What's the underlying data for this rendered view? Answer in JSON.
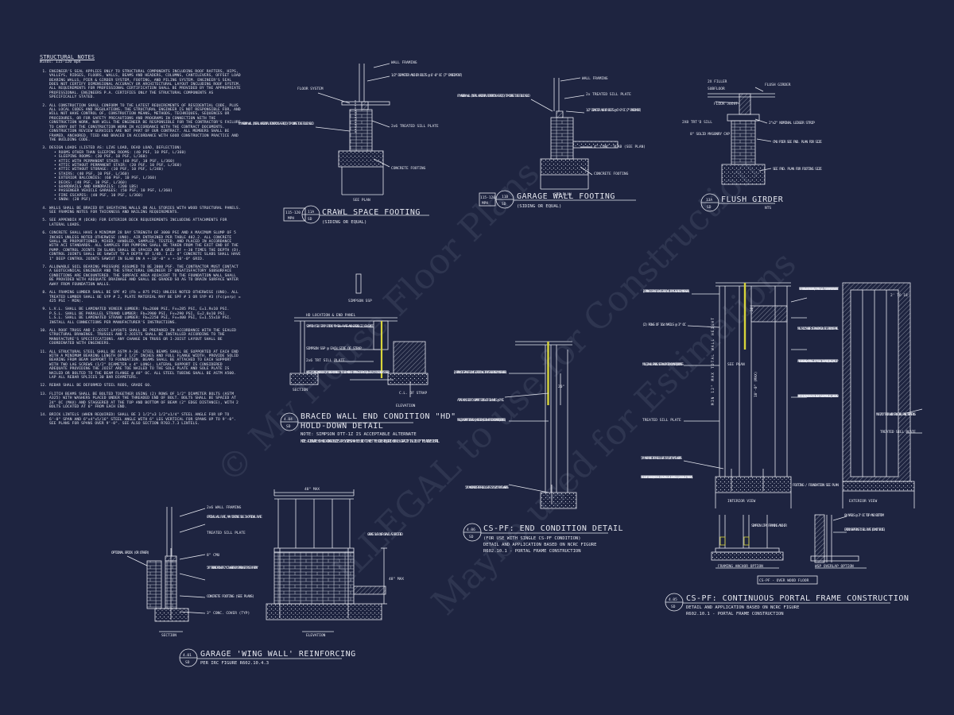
{
  "notes": {
    "title": "STRUCTURAL NOTES",
    "subtitle": "Winds: 115-120 mph",
    "items": [
      "ENGINEER'S SEAL APPLIES ONLY TO STRUCTURAL COMPONENTS INCLUDING ROOF RAFTERS, HIPS, VALLEYS, RIDGES, FLOORS, WALLS, BEAMS AND HEADERS, COLUMNS, CANTILEVERS, OFFSET LOAD BEARING WALLS, PIER & GIRDER SYSTEM, FOOTING, AND PILING SYSTEM. ENGINEER'S SEAL DOES NOT CERTIFY DIMENSIONAL ACCURACY OR ARCHITECTURAL LAYOUT INCLUDING ROOF SYSTEM. ALL REQUIREMENTS FOR PROFESSIONAL CERTIFICATION SHALL BE PROVIDED BY THE APPROPRIATE PROFESSIONAL. ENGINEERS P.A. CERTIFIES ONLY THE STRUCTURAL COMPONENTS AS SPECIFICALLY STATED.",
      "ALL CONSTRUCTION SHALL CONFORM TO THE LATEST REQUIREMENTS OF RESIDENTIAL CODE, PLUS ALL LOCAL CODES AND REGULATIONS. THE STRUCTURAL ENGINEER IS NOT RESPONSIBLE FOR, AND WILL NOT HAVE CONTROL OF, CONSTRUCTION MEANS, METHODS, TECHNIQUES, SEQUENCES OR PROCEDURES, OR FOR SAFETY PRECAUTIONS AND PROGRAMS IN CONNECTION WITH THE CONSTRUCTION WORK, NOR WILL THE ENGINEER BE RESPONSIBLE FOR THE CONTRACTOR'S FAILURE TO CARRY OUT THE CONSTRUCTION WORK IN ACCORDANCE WITH THE CONTRACT DOCUMENTS. CONSTRUCTION REVIEW SERVICES ARE NOT PART OF OUR CONTRACT. ALL MEMBERS SHALL BE FRAMED, ANCHORED, TIED AND BRACED IN ACCORDANCE WITH GOOD CONSTRUCTION PRACTICE AND THE BUILDING CODE.",
      "DESIGN LOADS (LISTED AS: LIVE LOAD, DEAD LOAD, DEFLECTION)",
      "WALLS SHALL BE BRACED BY SHEATHING WALLS ON ALL STORIES WITH WOOD STRUCTURAL PANELS. SEE FRAMING NOTES FOR THICKNESS AND NAILING REQUIREMENTS.",
      "SEE APPENDIX M (DCAB) FOR EXTERIOR DECK REQUIREMENTS INCLUDING ATTACHMENTS FOR LATERAL LOADS.",
      "CONCRETE SHALL HAVE A MINIMUM 28 DAY STRENGTH OF 3000 PSI AND A MAXIMUM SLUMP OF 5 INCHES UNLESS NOTED OTHERWISE (UNO). AIR ENTRAINED PER TABLE 402.2. ALL CONCRETE SHALL BE PROPORTIONED, MIXED, HANDLED, SAMPLED, TESTED, AND PLACED IN ACCORDANCE WITH ACI STANDARDS. ALL SAMPLES FOR PUMPING SHALL BE TAKEN FROM THE EXIT END OF THE PUMP. CONTROL JOINTS IN SLABS SHALL BE SPACED ON A GRID OF +-30 TIMES THE DEPTH (D). CONTROL JOINTS SHALL BE SAWCUT TO A DEPTH OF 1/4D. I.E. 4\" CONCRETE SLABS SHALL HAVE 1\" DEEP CONTROL JOINTS SAWCUT IN SLAB ON A +-10'-0\" x +-10'-0\" GRID.",
      "ALLOWABLE SOIL BEARING PRESSURE ASSUMED TO BE 2000 PSF. THE CONTRACTOR MUST CONTACT A GEOTECHNICAL ENGINEER AND THE STRUCTURAL ENGINEER IF UNSATISFACTORY SUBSURFACE CONDITIONS ARE ENCOUNTERED. THE SURFACE AREA ADJACENT TO THE FOUNDATION WALL SHALL BE PROVIDED WITH ADEQUATE DRAINAGE AND SHALL BE GRADED SO AS TO DRAIN SURFACE WATER AWAY FROM FOUNDATION WALLS.",
      "ALL FRAMING LUMBER SHALL BE SPF #2 (Fb = 875 PSI) UNLESS NOTED OTHERWISE (UNO). ALL TREATED LUMBER SHALL BE SYP # 2, PLATE MATERIAL MAY BE SPF # 3 OR SYP #3 (Fc(perp) = 425 PSI - MIN).",
      "L.V.L. SHALL BE LAMINATED VENEER LUMBER: Fb=2600 PSI, Fv=285 PSI, E=1.9x10 PSI. P.S.L. SHALL BE PARALLEL STRAND LUMBER: Fb=2900 PSI, Fv=290 PSI, E=2.0x10 PSI. L.S.L. SHALL BE LAMINATED STRAND LUMBER: Fb=2250 PSI, Fv=400 PSI, E=1.55x10 PSI. INSTALL ALL CONNECTIONS PER MANUFACTURER'S INSTRUCTIONS.",
      "ALL ROOF TRUSS AND I-JOIST LAYOUTS SHALL BE PREPARED IN ACCORDANCE WITH THE SEALED STRUCTURAL DRAWINGS. TRUSSES AND I-JOISTS SHALL BE INSTALLED ACCORDING TO THE MANUFACTURE'S SPECIFICATIONS. ANY CHANGE IN TRUSS OR I-JOIST LAYOUT SHALL BE COORDINATED WITH ENGINEERS.",
      "ALL STRUCTURAL STEEL SHALL BE ASTM A-36. STEEL BEAMS SHALL BE SUPPORTED AT EACH END WITH A MINIMUM BEARING LENGTH OF 3 1/2\" INCHES AND FULL FLANGE WIDTH. PROVIDE SOLID BEARING FROM BEAM SUPPORT TO FOUNDATION. BEAMS SHALL BE ATTACHED TO EACH SUPPORT WITH TWO LAG SCREWS (1/2\" DIAMETER x 4\" LONG). LATERAL SUPPORT IS CONSIDERED ADEQUATE PROVIDING THE JOIST ARE TOE NAILED TO THE SOLE PLATE AND SOLE PLATE IS NAILED OR BOLTED TO THE BEAM FLANGE @ 48\" OC. ALL STEEL TUBING SHALL BE ASTM A500. LAP ALL REBAR SPLICES 30 BAR DIAMETERS.",
      "REBAR SHALL BE DEFORMED STEEL RODS, GRADE 60.",
      "FLITCH BEAMS SHALL BE BOLTED TOGETHER USING (2) ROWS OF 1/2\" DIAMETER BOLTS (ASTM A325) WITH WASHERS PLACED UNDER THE THREADED END OF BOLT. BOLTS SHALL BE SPACED AT 24\" OC (MAX) AND STAGGERED AT THE TOP AND BOTTOM OF BEAM (2\" EDGE DISTANCE), WITH 2 BOLTS LOCATED AT 6\" FROM EACH END.",
      "BRICK LINTELS (WHEN REQUIRED) SHALL BE 3 1/2\"x3 1/2\"x1/4\" STEEL ANGLE FOR UP TO 6'-0\" SPAN AND 6\"x4\"x5/16\" STEEL ANGLE WITH 6\" LEG VERTICAL FOR SPANS UP TO 9'-0\". SEE PLANS FOR SPANS OVER 9'-0\". SEE ALSO SECTION R703.7.3 LINTELS."
    ],
    "loads": [
      "ROOMS OTHER THAN SLEEPING ROOMS: (40 PSF, 10 PSF, L/360)",
      "SLEEPING ROOMS: (30 PSF, 10 PSF, L/360)",
      "ATTIC WITH PERMANENT STAIR: (40 PSF, 10 PSF, L/360)",
      "ATTIC WITHOUT PERMANENT STAIR: (20 PSF, 10 PSF, L/360)",
      "ATTIC WITHOUT STORAGE: (10 PSF, 10 PSF, L/240)",
      "STAIRS: (40 PSF, 10 PSF, L/360)",
      "EXTERIOR BALCONIES: (60 PSF, 10 PSF, L/360)",
      "DECKS: (40 PSF, 10 PSF, L/360)",
      "GUARDRAILS AND HANDRAILS: (200 LBS)",
      "PASSENGER VEHICLE GARAGES: (50 PSF, 10 PSF, L/360)",
      "FIRE ESCAPES: (40 PSF, 10 PSF, L/360)",
      "SNOW: (20 PSF)"
    ]
  },
  "details": {
    "crawl": {
      "title": "CRAWL SPACE FOOTING",
      "subtitle": "(SIDING OR EQUAL)",
      "tag_top": "11A",
      "tag_bot": "SD",
      "mph_top": "115-120",
      "mph_bot": "MPH",
      "labels": [
        "WALL FRAMING",
        "FLOOR SYSTEM",
        "1/2\" DIAMETER ANCHOR BOLTS @ 6'-0\" OC (7\" EMBEDMENT)",
        "8\" MASONRY WALL (INSTALL HORIZONTAL REINFORCING AS REQ'D) TOP COURSE TO BE FILLED SOLID",
        "2x6 TREATED SILL PLATE",
        "CONCRETE FOOTING",
        "SEE PLAN"
      ]
    },
    "garage": {
      "title": "GARAGE WALL FOOTING",
      "subtitle": "(SIDING OR EQUAL)",
      "tag_top": "11B",
      "tag_bot": "SD",
      "mph_top": "115-120",
      "mph_bot": "MPH",
      "labels": [
        "WALL FRAMING",
        "8\" MASONRY WALL (INSTALL HORIZONTAL REINFORCING AS REQ'D) TOP COURSE TO BE FILLED SOLID",
        "2x TREATED SILL PLATE",
        "1/2\" DIAMETER ANCHOR BOLTS @ 6'-0\" OC (7\" EMBEDMENT)",
        "4\" CONC. SLAB (SEE PLAN)",
        "CONCRETE FOOTING",
        "SEE PLAN"
      ]
    },
    "flush": {
      "title": "FLUSH GIRDER",
      "subtitle": "NTS",
      "tag_top": "13A",
      "tag_bot": "SD",
      "labels": [
        "2X FILLER",
        "SUBFLOOR",
        "FLUSH GIRDER",
        "FLOOR JOIST",
        "2X8 TRT'D SILL",
        "2\"x2\" NOMINAL LEDGER STRIP",
        "8\" SOLID MASONRY CAP",
        "CMU PIER SEE FND. PLAN FOR SIZE",
        "SEE FND. PLAN FOR FOOTING SIZE"
      ]
    },
    "braced": {
      "title1": "BRACED WALL END CONDITION \"HD\"",
      "title2": "HOLD-DOWN DETAIL",
      "note1": "NOTE: SIMPSON DTT-1Z IS ACCEPTABLE ALTERNATE",
      "note2": "NOTE: ALTERNATE HD HOLD-DOWN DEVICES OR SYSTEMS MAY BE USED TO MEET THE CODE REQUIRED 800 LB CAPACITY IN LIEU OF THE ABOVE DETAIL",
      "tag_top": "4.04",
      "tag_bot": "SD",
      "labels": [
        "SIMPSON SSP",
        "HD LOCATION & END PANEL",
        "SIMPSON CS16 STRAP EXTEND TO SILL PLATE AND EXTEND 12\" OR GRADE",
        "SIMPSON SSP @ EACH SIDE OF STRAP",
        "2x6 TRT SILL PLATE",
        "LOCATE 1/2\" DIAMETER ANCHOR BOLT OR 5/8\" THREADED ROD EMBEDDED 7\" INTO SOLID MASONRY WITH SIMPSON SET OR EPOXY OR EQUAL WITHIN 12\" OF CENTERLINE OF CS16 STRAP",
        "SECTION",
        "ELEVATION",
        "C.L. OF STRAP"
      ]
    },
    "cspf_end": {
      "title": "CS-PF: END CONDITION DETAIL",
      "sub1": "(FOR USE WITH SINGLE CS-PF CONDITION)",
      "sub2": "DETAIL AND APPLICATION BASED ON NCRC FIGURE",
      "sub3": "R602.10.1 - PORTAL FRAME CONSTRUCTION",
      "tag_top": "4.06",
      "tag_bot": "SD",
      "labels": [
        "(2) SIMPSON CS16 STRAP WITH 2x6 NAILS (EXTEND TO WALL TOP PLATE AND EXTEND 20\" UNDER HEADER)",
        "ATTACH KING STUD TO SUPPORT STUDS WITH 10d NAILS @ 8\" OC.",
        "MIN (2)2X SUPPORT STUDS AND (1) KING STUD (SEE PLAN FOR STUD COLUMN REQUIREMENTS)",
        "5/8\" ANCHOR BOLTS PER R403.1.6 WITH 2\"x2\"x3/16\" PLATE WASHERS",
        "20\""
      ]
    },
    "wing": {
      "title": "GARAGE 'WING WALL' REINFORCING",
      "subtitle": "PER IRC FIGURE R602.10.4.3",
      "tag_top": "4.01",
      "tag_bot": "SD",
      "labels": [
        "2x6 WALL FRAMING",
        "OPTIONAL WALL PLATE, MAY CONTINUE SOLE IN OPTIONAL PLATE",
        "TREATED SILL PLATE",
        "8\" CMU",
        "5/8\" THREADED ROD WITH 2\" CUT WASHERS OR SIMPSON SET OR SET-XP EPOXY",
        "CONCRETE FOOTING (SEE PLANS)",
        "3\" CONC. COVER (TYP)",
        "OPTIONAL BRICK (OR OTHER)",
        "GARAGE SLAB OVER GRAVEL AS SPECIFIED",
        "48\" MAX",
        "48\" MAX",
        "SECTION",
        "ELEVATION"
      ]
    },
    "portal": {
      "title": "CS-PF: CONTINUOUS PORTAL FRAME CONSTRUCTION",
      "sub1": "DETAIL AND APPLICATION BASED ON NCRC FIGURE",
      "sub2": "R602.10.1 - PORTAL FRAME CONSTRUCTION",
      "tag_top": "4.05",
      "tag_bot": "SD",
      "labels": [
        "(2) SIMPSON CS16 STRAP WITH 2x6 NAILS EXTEND TO WALL TOP PLATE AND EXTEND 20\" UNDER HEADER)",
        "(2) ROWS OF 16d NAILS @ 3\" OC",
        "MIN (2)2X WALL FRAMING. SEE PLAN FOR STUD COLUMN REQUIREMENTS",
        "TREATED SILL PLATE",
        "5/8\" ANCHOR BOLTS PER R403.1.6 WITH 2\"x2\"x3/16\" PLATE WASHERS",
        "NOTE: FOR CMU APPLICATIONS AT GARAGE DOORS, ANCHOR BOLTS SHALL BE 5/8\" DIAMETER AND SHALL EXTEND TO FOOTING PER NCRC R602.10.4.3 (SEE GARAGE 'WING WALL' DETAIL ON STRUCTURAL PLANS)",
        "NOTE: AT INTERMEDIATE WALL SEGMENTS BETWEEN OPENINGS, THE STRAPS SHALL BE INSTALLED AT THE STUD COLUMN ON EACH END OF THE WALL SEGMENT",
        "MIN. 3\"x11.25\" HEADER. SEE PLAN FOR ACTUAL SIZE. EXTEND OVER PANEL",
        "FASTEN SHEATHING TO HEADER W/ 8d COMMON NAILS IN 3\" GRID PATTERN AND 3\" OC IN ALL FRAMING (STUDS, BLOCKING, AND SILLS) TYP.",
        "PANEL EDGES SHALL BE BLOCKED AND OCCUR WITHIN 24\" OF MID-HEIGHT. ONE ROW OF TYP. SHEATHING-TO-FRAMING NAILING IS REQ'D IF 2X BLOCKING IS USED",
        "MIN 7/16\" THICK WOOD STRUCTURAL PANEL SHEATHING",
        "TREATED SILL PLATE",
        "FOOTING / FOUNDATION SEE PLAN",
        "INTERIOR VIEW",
        "EXTERIOR VIEW",
        "FRAMING ANCHOR OPTION",
        "WSP OVERLAP OPTION",
        "CS-PF - OVER WOOD FLOOR",
        "SEE PLAN",
        "2' TO 18'",
        "SIMPSON LTP4 FRAMING ANCHOR",
        "8d NAILS @ 3\" OC TOP AND BOTTOM",
        "EXTEND SHEATHING TO SILL PLATE (DO NOT SPLICE)",
        "MIN 12\" MAX TOTAL WALL HEIGHT",
        "10'-0\" (MAX)",
        "20\""
      ]
    }
  },
  "watermark": {
    "line1": "© My House Floor Plans",
    "line2": "ILLEGAL to use for Construction",
    "line3": "Maybe used for Estimations"
  },
  "colors": {
    "background": "#1e2440",
    "linework": "#e6e8f0",
    "strap": "#d8d43a"
  }
}
